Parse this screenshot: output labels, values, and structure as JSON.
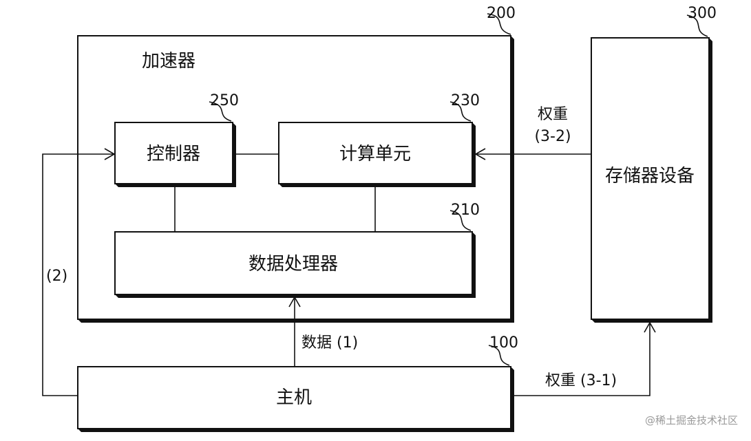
{
  "accelerator": {
    "title": "加速器",
    "ref": "200"
  },
  "controller": {
    "label": "控制器",
    "ref": "250"
  },
  "compute_unit": {
    "label": "计算单元",
    "ref": "230"
  },
  "data_processor": {
    "label": "数据处理器",
    "ref": "210"
  },
  "memory_device": {
    "label": "存储器设备",
    "ref": "300"
  },
  "host": {
    "label": "主机",
    "ref": "100"
  },
  "connections": {
    "host_to_processor": "数据 (1)",
    "host_to_controller": "(2)",
    "host_to_memory": "权重 (3-1)",
    "memory_to_compute_line1": "权重",
    "memory_to_compute_line2": "(3-2)"
  },
  "watermark": "@稀土掘金技术社区"
}
